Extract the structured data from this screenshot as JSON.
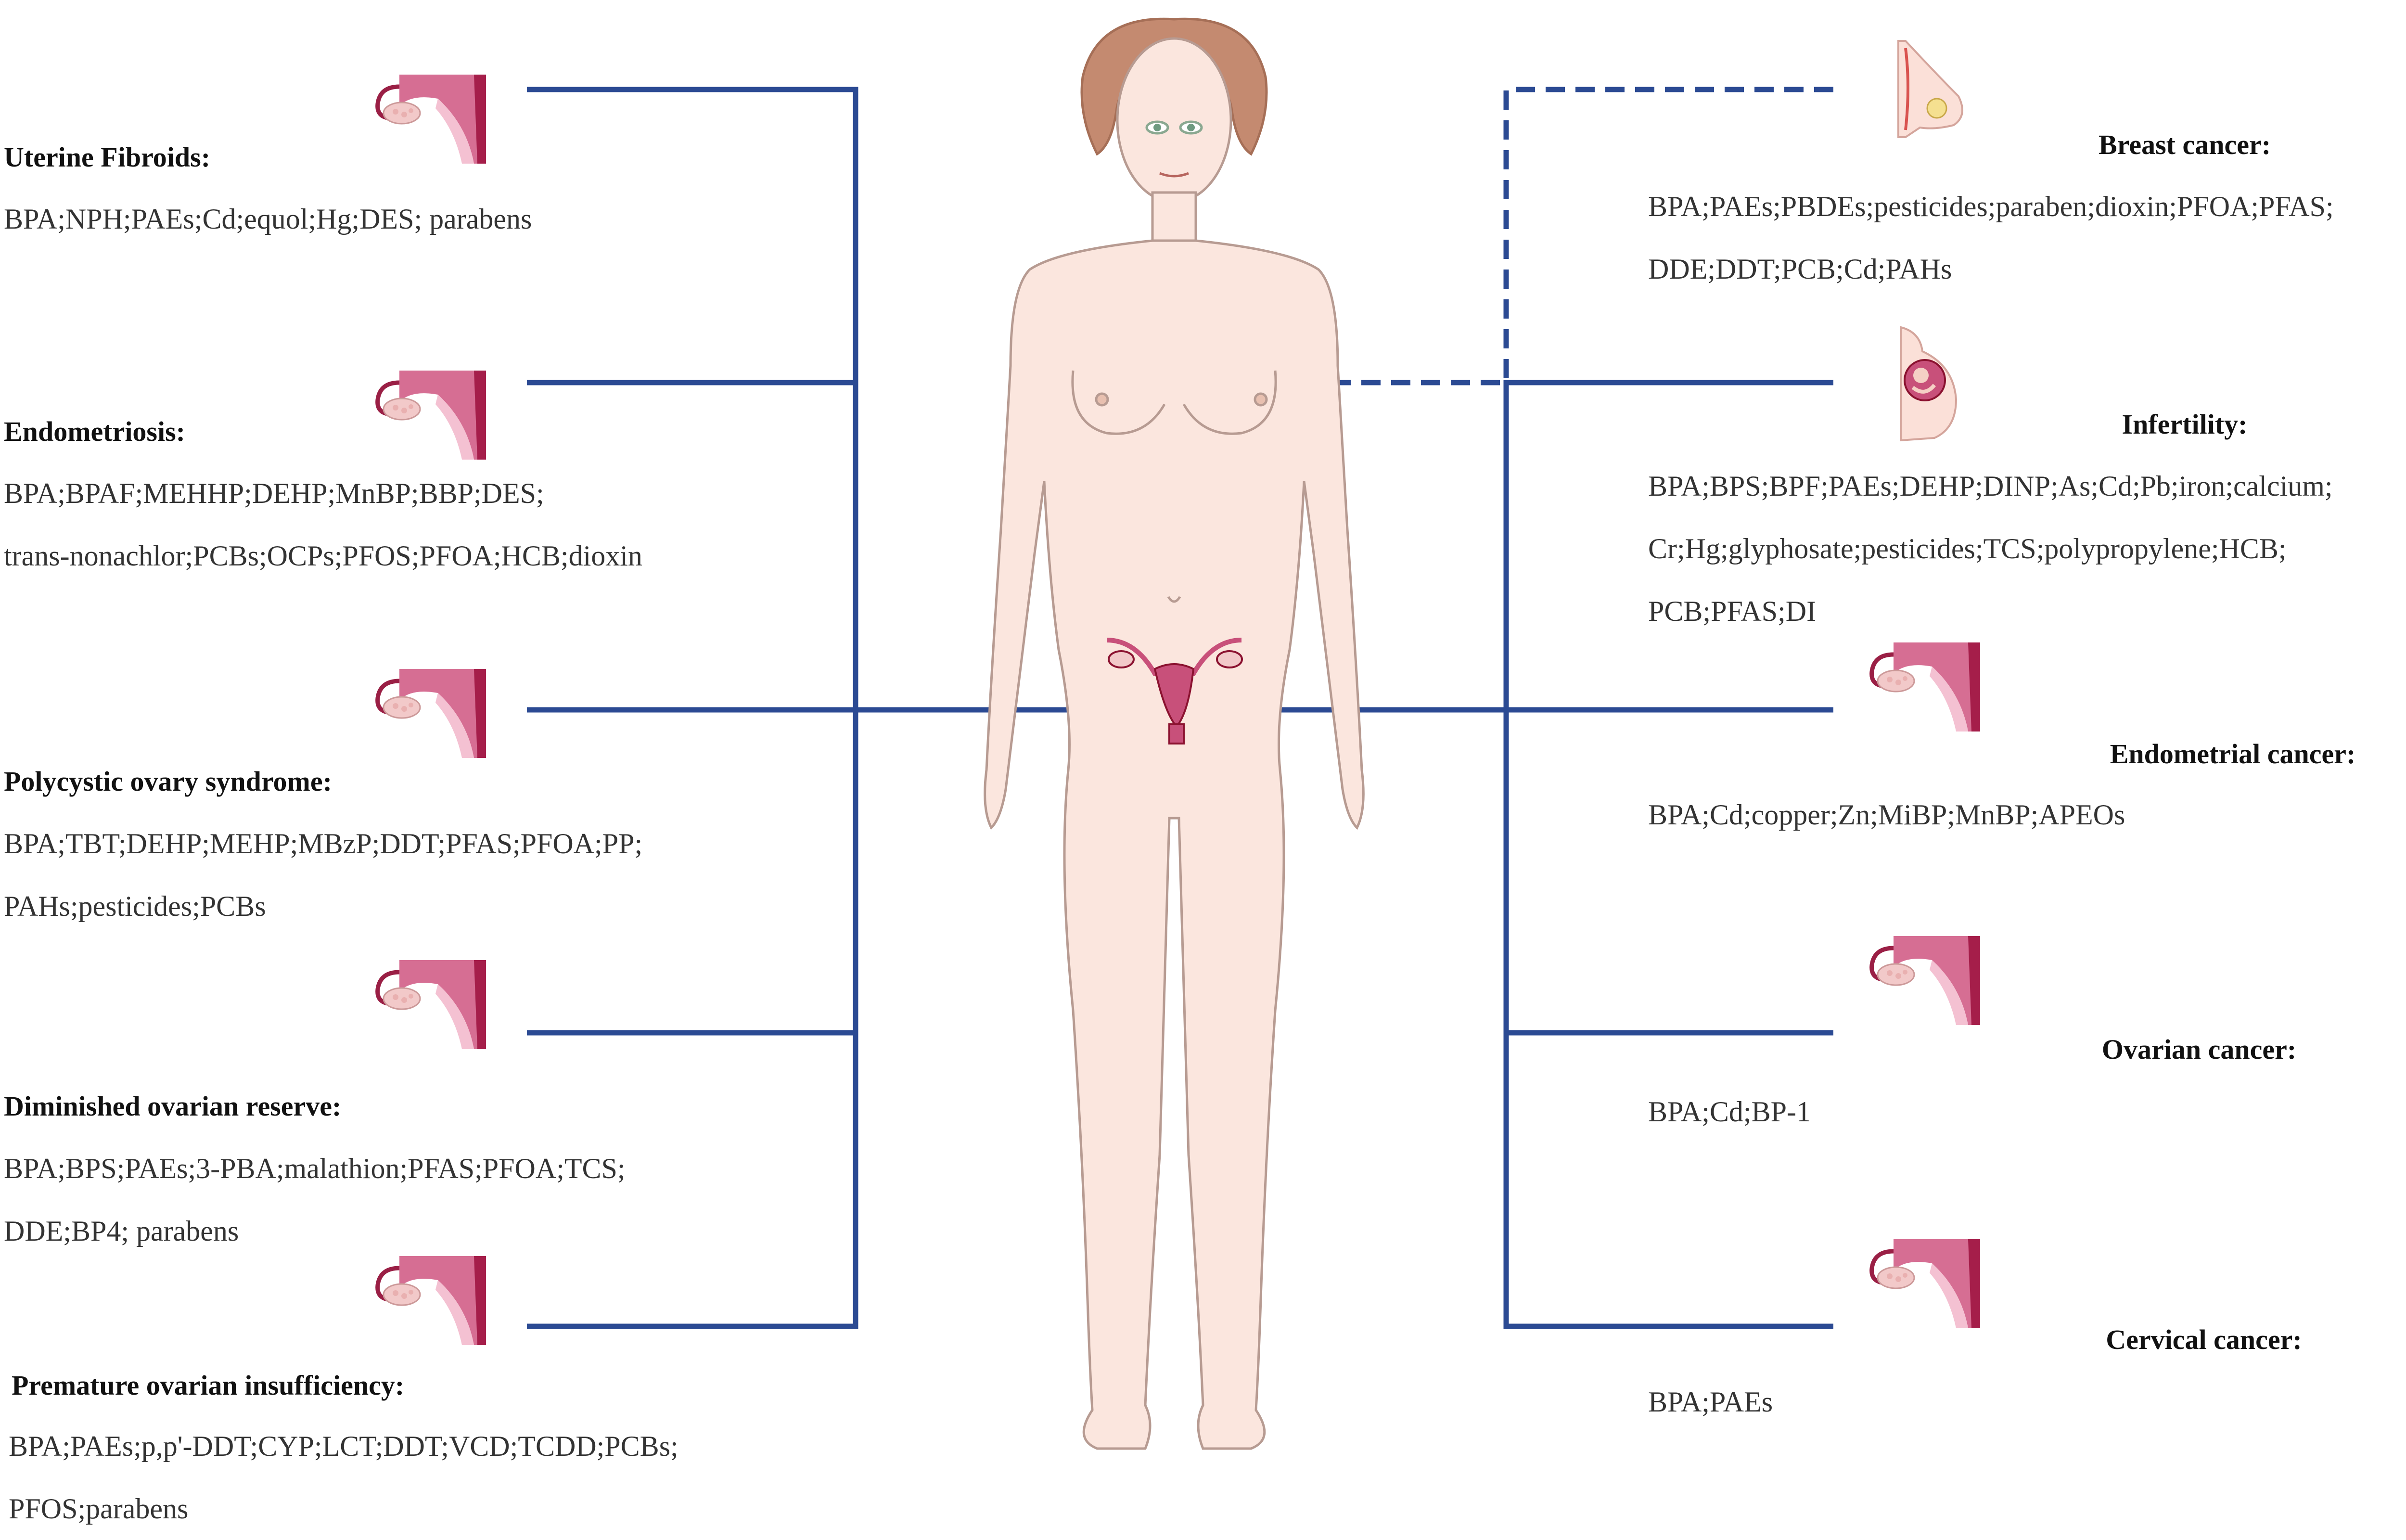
{
  "colors": {
    "connector": "#2b4a93",
    "skin": "#fbe6de",
    "skin_outline": "#b79b92",
    "hair": "#c48a70",
    "uterus": "#c8507a",
    "uterus_dark": "#8b1230",
    "ovary": "#f2c9c9"
  },
  "conditions_left": [
    {
      "title": "Uterine Fibroids:",
      "agents": [
        "BPA;NPH;PAEs;Cd;equol;Hg;DES; parabens"
      ]
    },
    {
      "title": "Endometriosis:",
      "agents": [
        "BPA;BPAF;MEHHP;DEHP;MnBP;BBP;DES;",
        "trans-nonachlor;PCBs;OCPs;PFOS;PFOA;HCB;dioxin"
      ]
    },
    {
      "title": "Polycystic ovary syndrome:",
      "agents": [
        "BPA;TBT;DEHP;MEHP;MBzP;DDT;PFAS;PFOA;PP;",
        "PAHs;pesticides;PCBs"
      ]
    },
    {
      "title": "Diminished ovarian reserve:",
      "agents": [
        "BPA;BPS;PAEs;3-PBA;malathion;PFAS;PFOA;TCS;",
        "DDE;BP4; parabens"
      ]
    },
    {
      "title": "Premature ovarian insufficiency:",
      "agents": [
        "BPA;PAEs;p,p'-DDT;CYP;LCT;DDT;VCD;TCDD;PCBs;",
        "PFOS;parabens"
      ]
    }
  ],
  "conditions_right": [
    {
      "title": "Breast cancer:",
      "agents": [
        "BPA;PAEs;PBDEs;pesticides;paraben;dioxin;PFOA;PFAS;",
        "DDE;DDT;PCB;Cd;PAHs"
      ]
    },
    {
      "title": "Infertility:",
      "agents": [
        "BPA;BPS;BPF;PAEs;DEHP;DINP;As;Cd;Pb;iron;calcium;",
        "Cr;Hg;glyphosate;pesticides;TCS;polypropylene;HCB;",
        "PCB;PFAS;DI"
      ]
    },
    {
      "title": "Endometrial cancer:",
      "agents": [
        "BPA;Cd;copper;Zn;MiBP;MnBP;APEOs"
      ]
    },
    {
      "title": "Ovarian cancer:",
      "agents": [
        "BPA;Cd;BP-1"
      ]
    },
    {
      "title": "Cervical cancer:",
      "agents": [
        "BPA;PAEs"
      ]
    }
  ],
  "icons": [
    "uterus-icon",
    "breast-icon",
    "pregnancy-icon",
    "female-body-figure"
  ]
}
